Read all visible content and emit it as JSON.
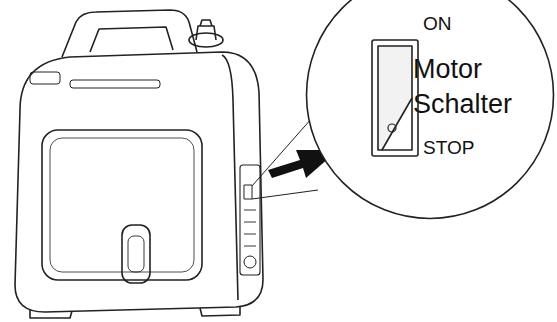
{
  "diagram": {
    "nodes": [
      {
        "text": [
          "ON",
          "Motor Schalter",
          "STOP"
        ]
      }
    ]
  }
}
